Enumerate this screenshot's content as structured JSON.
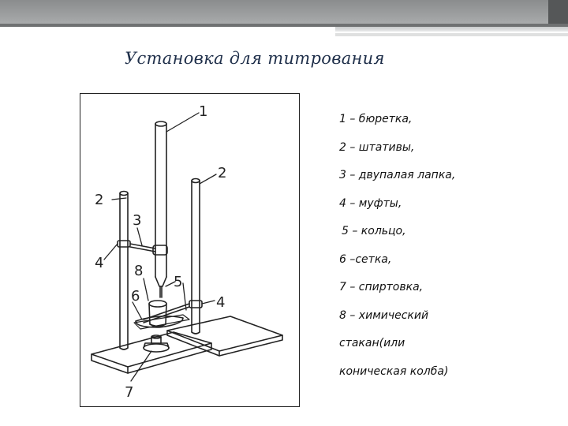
{
  "slide": {
    "title": "Установка для титрования"
  },
  "figure": {
    "callouts": {
      "c1": "1",
      "c2a": "2",
      "c2b": "2",
      "c3": "3",
      "c4a": "4",
      "c4b": "4",
      "c5": "5",
      "c6": "6",
      "c7": "7",
      "c8": "8"
    }
  },
  "legend": {
    "items": [
      "1 – бюретка,",
      "2 – штативы,",
      "3 – двупалая лапка,",
      "4 – муфты,",
      "5 – кольцо,",
      "6 –сетка,",
      "7 – спиртовка,",
      "8 – химический",
      "стакан(или",
      "коническая колба)"
    ]
  },
  "colors": {
    "title": "#1f2f4a",
    "header_band": "#8a8c8d"
  }
}
